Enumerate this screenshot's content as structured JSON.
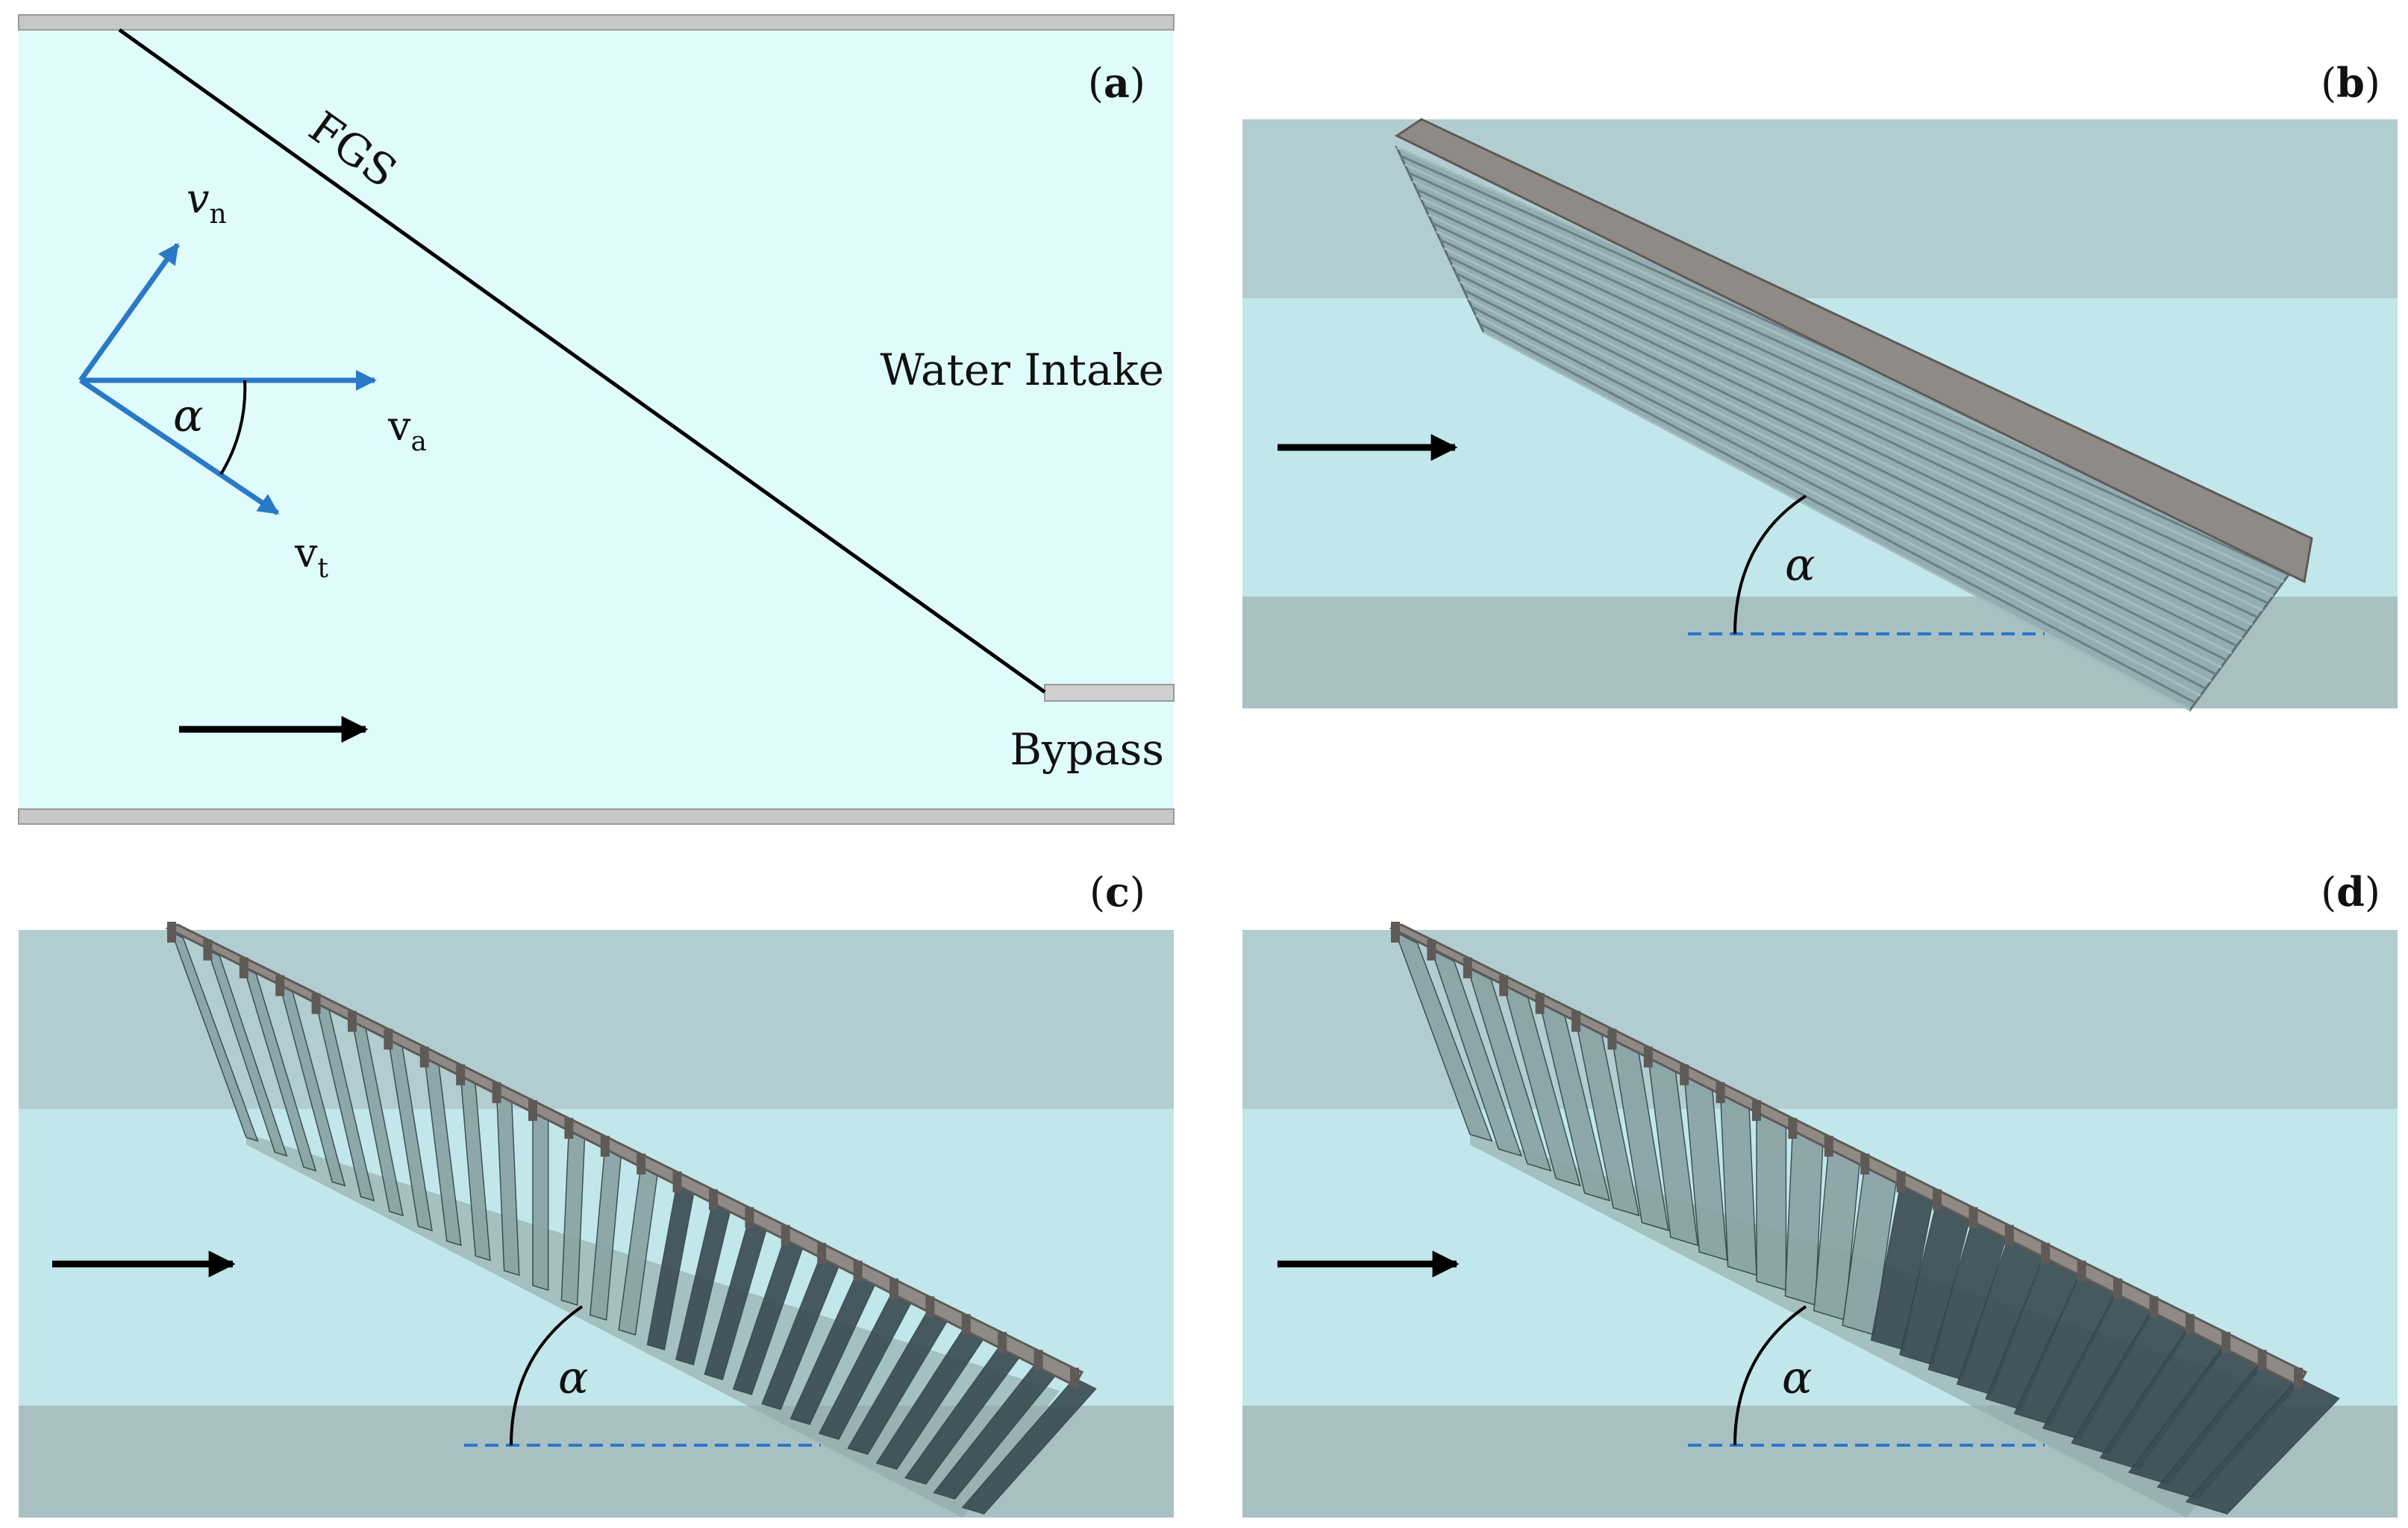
{
  "panels": {
    "a": {
      "label_open": "(",
      "label_letter": "a",
      "label_close": ")",
      "screen_label": "FGS",
      "intake_label": "Water Intake",
      "bypass_label": "Bypass",
      "vectors": {
        "normal": {
          "symbol": "v",
          "subscript": "n"
        },
        "approach": {
          "symbol": "v",
          "subscript": "a"
        },
        "tangential": {
          "symbol": "v",
          "subscript": "t"
        }
      },
      "angle_label": "α",
      "colors": {
        "water": "#e0fbfb",
        "wall": "#c8c8c8",
        "vector": "#2a78c8",
        "line": "#000000"
      }
    },
    "b": {
      "label_open": "(",
      "label_letter": "b",
      "label_close": ")",
      "angle_label": "α",
      "screen_type": "horizontal-bars"
    },
    "c": {
      "label_open": "(",
      "label_letter": "c",
      "label_close": ")",
      "angle_label": "α",
      "screen_type": "vertical-bars-sparse"
    },
    "d": {
      "label_open": "(",
      "label_letter": "d",
      "label_close": ")",
      "angle_label": "α",
      "screen_type": "vertical-bars-dense"
    }
  },
  "colors_3d": {
    "band_upper": "#b2cdd0",
    "band_middle": "#c2e7ea",
    "band_lower": "#a9c0c3",
    "frame": "#8f8a86",
    "frame_dark": "#5e5a57",
    "bar_light": "#8aa3a5",
    "bar_dark": "#3b4e54",
    "reference_line": "#2a78c8"
  }
}
